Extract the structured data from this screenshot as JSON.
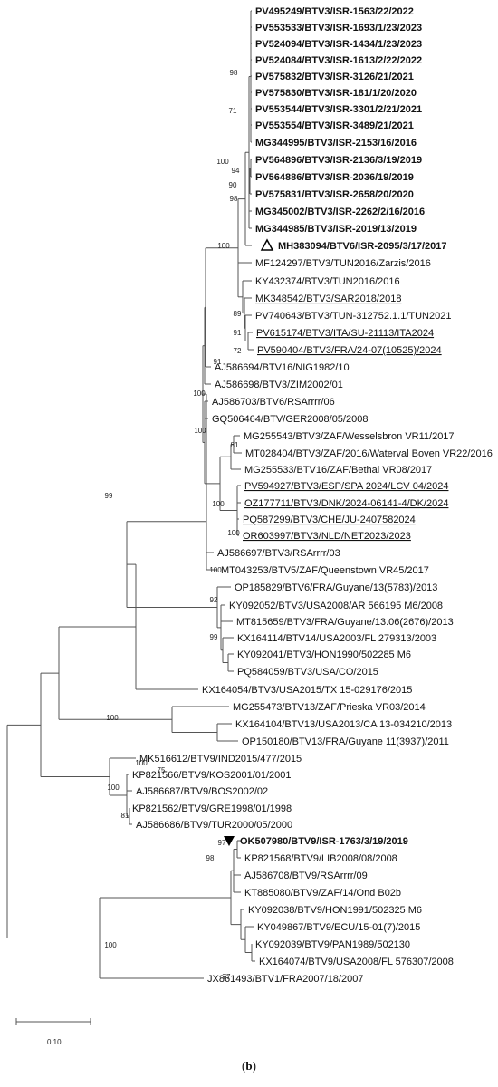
{
  "figure": {
    "caption_open": "(",
    "caption_letter": "b",
    "caption_close": ")",
    "scale_label": "0.10"
  },
  "leaves": [
    {
      "text": "PV495249/BTV3/ISR-1563/22/2022",
      "bold": true
    },
    {
      "text": "PV553533/BTV3/ISR-1693/1/23/2023",
      "bold": true
    },
    {
      "text": "PV524094/BTV3/ISR-1434/1/23/2023",
      "bold": true
    },
    {
      "text": "PV524084/BTV3/ISR-1613/2/22/2022",
      "bold": true
    },
    {
      "text": "PV575832/BTV3/ISR-3126/21/2021",
      "bold": true
    },
    {
      "text": "PV575830/BTV3/ISR-181/1/20/2020",
      "bold": true
    },
    {
      "text": "PV553544/BTV3/ISR-3301/2/21/2021",
      "bold": true
    },
    {
      "text": "PV553554/BTV3/ISR-3489/21/2021",
      "bold": true
    },
    {
      "text": "MG344995/BTV3/ISR-2153/16/2016",
      "bold": true
    },
    {
      "text": "PV564896/BTV3/ISR-2136/3/19/2019",
      "bold": true
    },
    {
      "text": "PV564886/BTV3/ISR-2036/19/2019",
      "bold": true
    },
    {
      "text": "PV575831/BTV3/ISR-2658/20/2020",
      "bold": true
    },
    {
      "text": "MG345002/BTV3/ISR-2262/2/16/2016",
      "bold": true
    },
    {
      "text": "MG344985/BTV3/ISR-2019/13/2019",
      "bold": true
    },
    {
      "text": "MH383094/BTV6/ISR-2095/3/17/2017",
      "bold": true,
      "marker": "open-triangle"
    },
    {
      "text": "MF124297/BTV3/TUN2016/Zarzis/2016"
    },
    {
      "text": "KY432374/BTV3/TUN2016/2016"
    },
    {
      "text": "MK348542/BTV3/SAR2018/2018",
      "underline": true
    },
    {
      "text": "PV740643/BTV3/TUN-312752.1.1/TUN2021"
    },
    {
      "text": "PV615174/BTV3/ITA/SU-21113/ITA2024",
      "underline": true
    },
    {
      "text": "PV590404/BTV3/FRA/24-07(10525)/2024",
      "underline": true
    },
    {
      "text": "AJ586694/BTV16/NIG1982/10"
    },
    {
      "text": "AJ586698/BTV3/ZIM2002/01"
    },
    {
      "text": "AJ586703/BTV6/RSArrrr/06"
    },
    {
      "text": "GQ506464/BTV/GER2008/05/2008"
    },
    {
      "text": "MG255543/BTV3/ZAF/Wesselsbron VR11/2017"
    },
    {
      "text": "MT028404/BTV3/ZAF/2016/Waterval Boven VR22/2016"
    },
    {
      "text": "MG255533/BTV16/ZAF/Bethal VR08/2017"
    },
    {
      "text": "PV594927/BTV3/ESP/SPA 2024/LCV 04/2024",
      "underline": true
    },
    {
      "text": "OZ177711/BTV3/DNK/2024-06141-4/DK/2024",
      "underline": true
    },
    {
      "text": "PQ587299/BTV3/CHE/JU-2407582024",
      "underline": true
    },
    {
      "text": "OR603997/BTV3/NLD/NET2023/2023",
      "underline": true
    },
    {
      "text": "AJ586697/BTV3/RSArrrr/03"
    },
    {
      "text": "MT043253/BTV5/ZAF/Queenstown VR45/2017"
    },
    {
      "text": "OP185829/BTV6/FRA/Guyane/13(5783)/2013"
    },
    {
      "text": "KY092052/BTV3/USA2008/AR 566195 M6/2008"
    },
    {
      "text": "MT815659/BTV3/FRA/Guyane/13.06(2676)/2013"
    },
    {
      "text": "KX164114/BTV14/USA2003/FL 279313/2003"
    },
    {
      "text": "KY092041/BTV3/HON1990/502285 M6"
    },
    {
      "text": "PQ584059/BTV3/USA/CO/2015"
    },
    {
      "text": "KX164054/BTV3/USA2015/TX 15-029176/2015"
    },
    {
      "text": "MG255473/BTV13/ZAF/Prieska VR03/2014"
    },
    {
      "text": "KX164104/BTV13/USA2013/CA 13-034210/2013"
    },
    {
      "text": "OP150180/BTV13/FRA/Guyane 11(3937)/2011"
    },
    {
      "text": "MK516612/BTV9/IND2015/477/2015"
    },
    {
      "text": "KP821566/BTV9/KOS2001/01/2001"
    },
    {
      "text": "AJ586687/BTV9/BOS2002/02"
    },
    {
      "text": "KP821562/BTV9/GRE1998/01/1998"
    },
    {
      "text": "AJ586686/BTV9/TUR2000/05/2000"
    },
    {
      "text": "OK507980/BTV9/ISR-1763/3/19/2019",
      "bold": true,
      "marker": "filled-triangle"
    },
    {
      "text": "KP821568/BTV9/LIB2008/08/2008"
    },
    {
      "text": "AJ586708/BTV9/RSArrrr/09"
    },
    {
      "text": "KT885080/BTV9/ZAF/14/Ond B02b"
    },
    {
      "text": "KY092038/BTV9/HON1991/502325 M6"
    },
    {
      "text": "KY049867/BTV9/ECU/15-01(7)/2015"
    },
    {
      "text": "KY092039/BTV9/PAN1989/502130"
    },
    {
      "text": "KX164074/BTV9/USA2008/FL 576307/2008"
    },
    {
      "text": "JX861493/BTV1/FRA2007/18/2007"
    }
  ],
  "bootstrap": [
    "98",
    "71",
    "100",
    "94",
    "90",
    "98",
    "100",
    "89",
    "91",
    "72",
    "91",
    "100",
    "100",
    "81",
    "100",
    "100",
    "99",
    "100",
    "92",
    "99",
    "100",
    "100",
    "75",
    "100",
    "81",
    "97",
    "98",
    "77",
    "100"
  ]
}
